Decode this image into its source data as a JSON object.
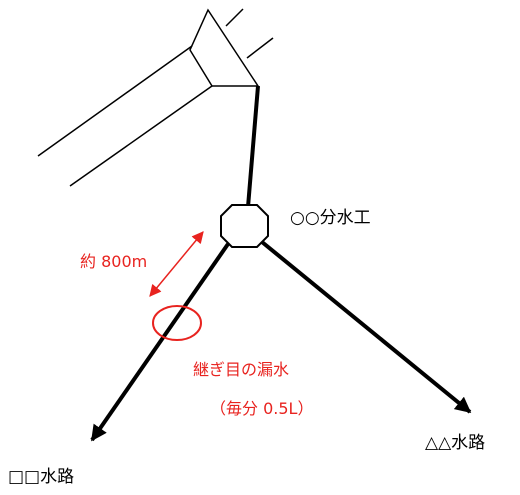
{
  "labels": {
    "junction": "○○分水工",
    "distance": "約 800m",
    "leak": "継ぎ目の漏水",
    "leak_rate": "（毎分 0.5L）",
    "channel_right": "△△水路",
    "channel_left": "□□水路"
  },
  "colors": {
    "line": "#000000",
    "annotation": "#e8231f",
    "background": "#ffffff"
  }
}
